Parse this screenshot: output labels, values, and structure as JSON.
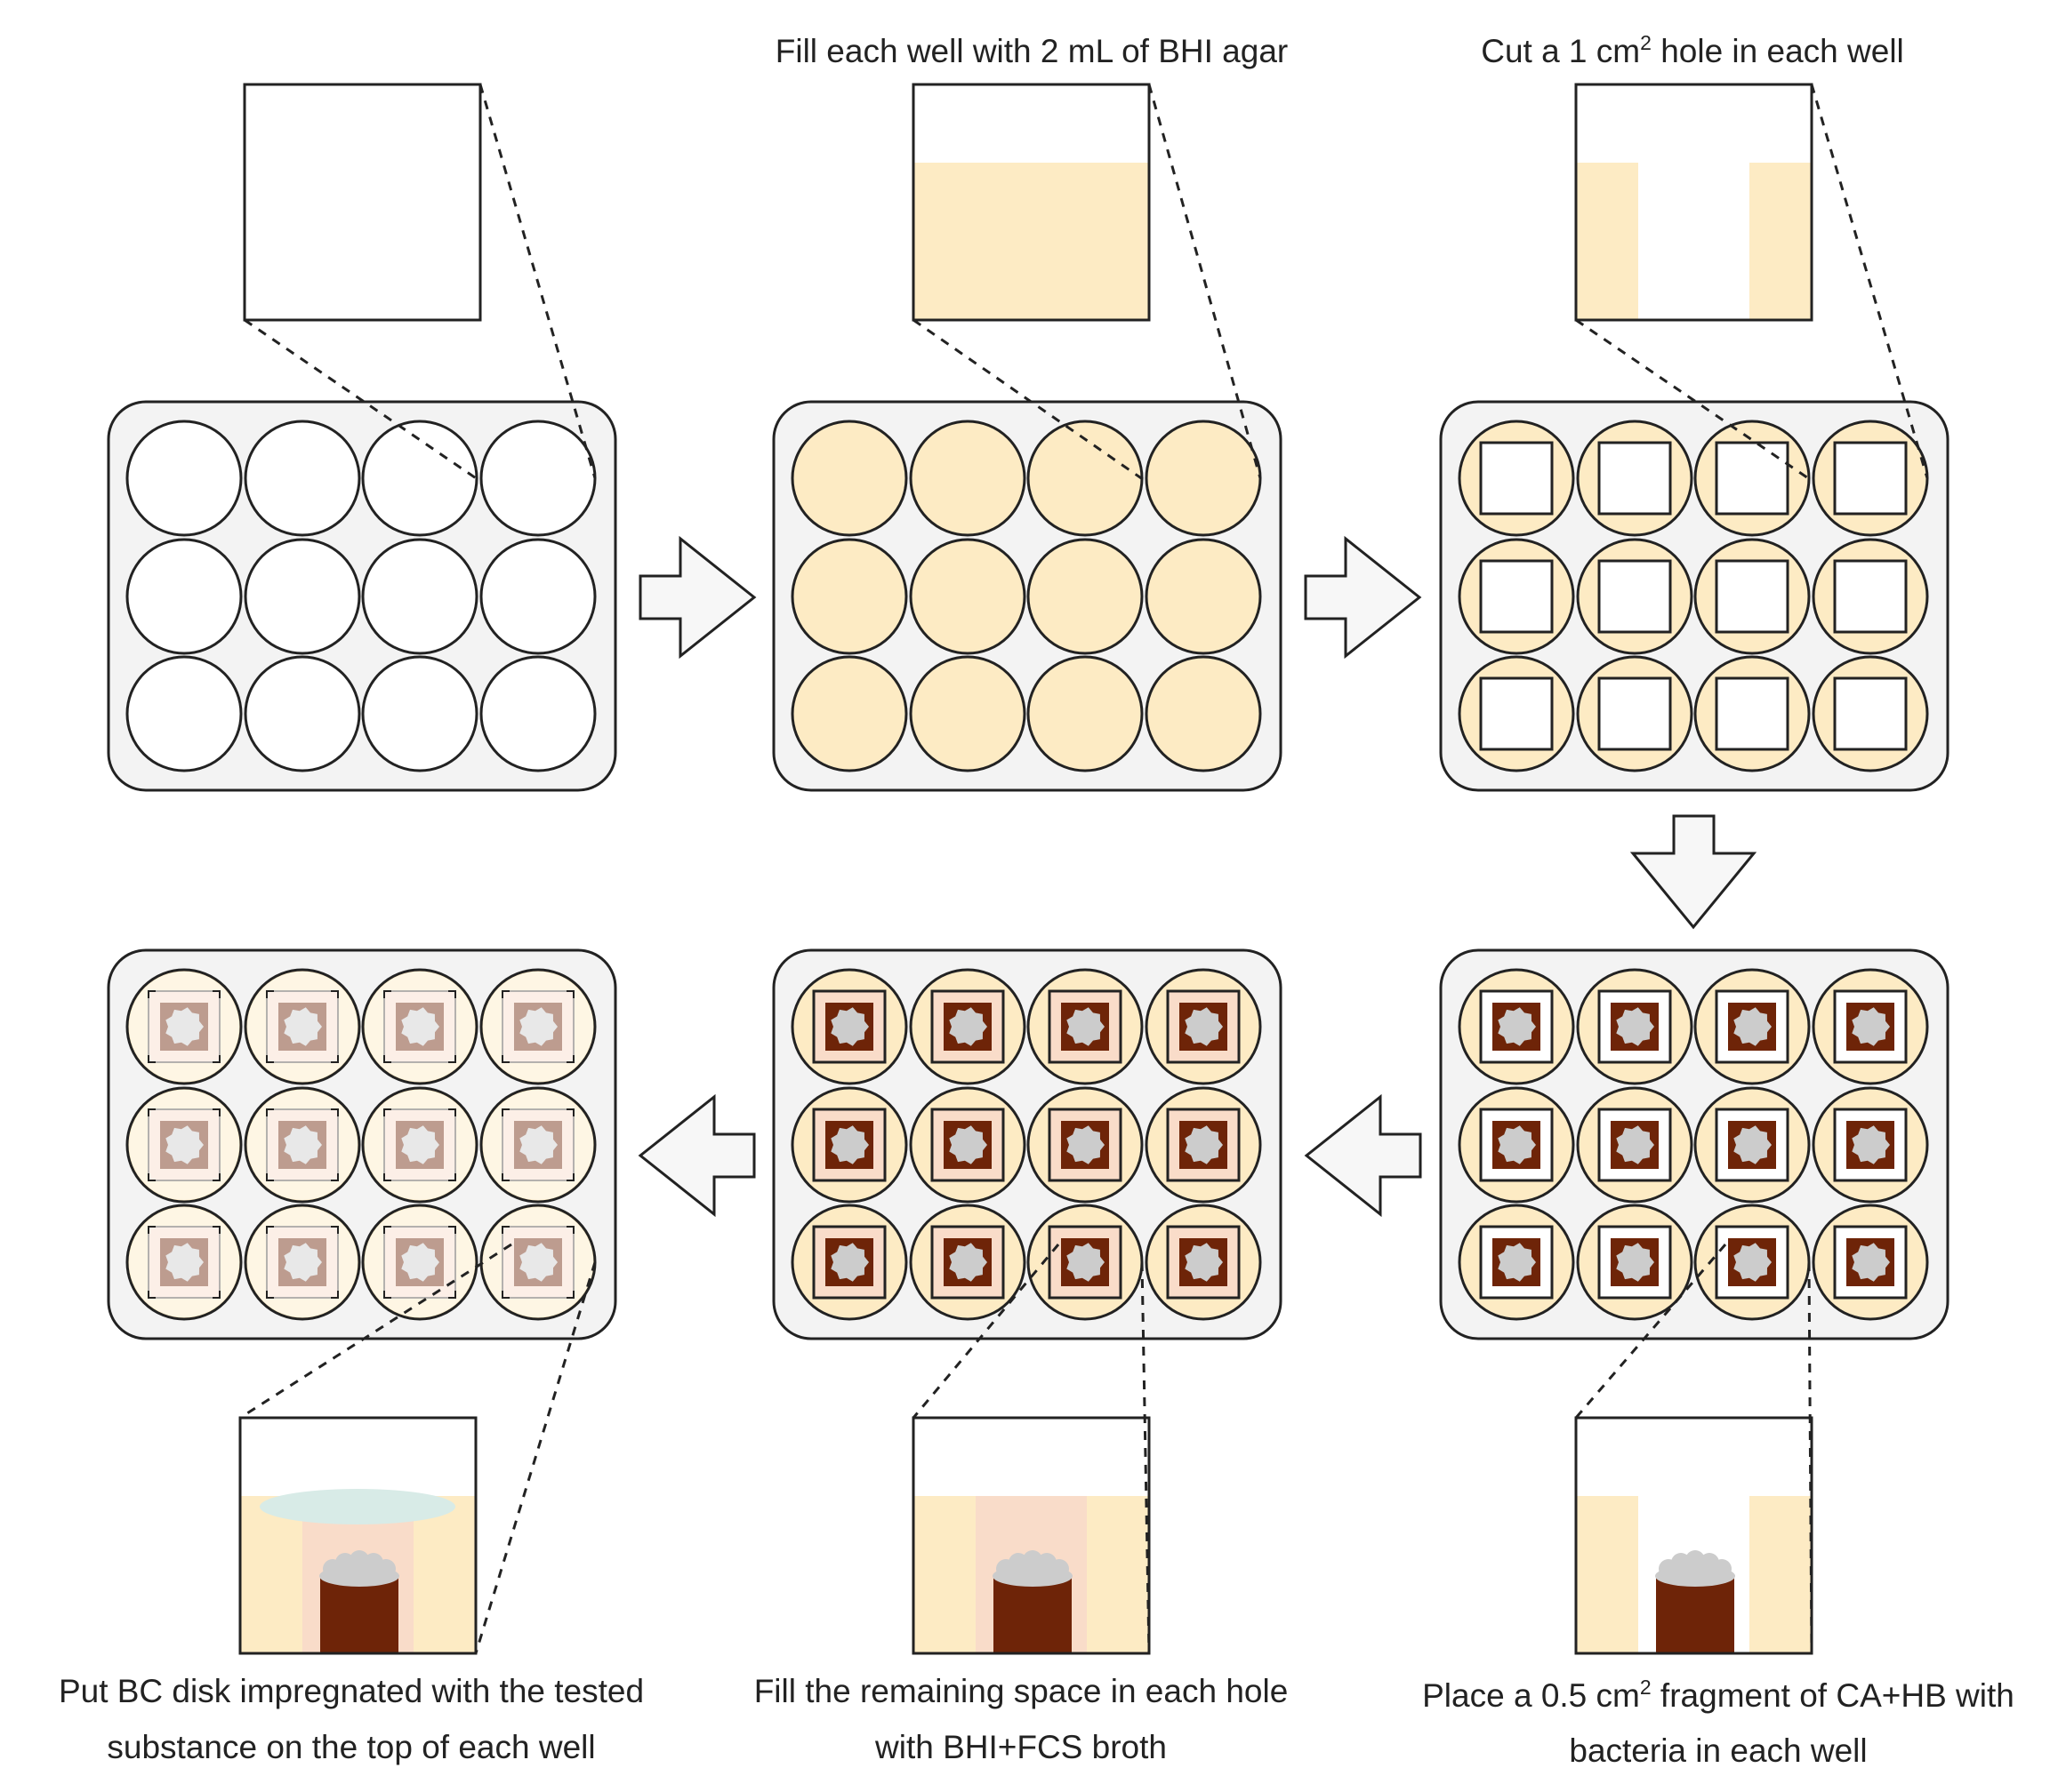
{
  "steps": {
    "fill": {
      "lines": [
        "Fill each well with 2 mL of BHI agar"
      ]
    },
    "cut": {
      "lines": [
        {
          "pre": "Cut a 1 cm",
          "sup": "2",
          "post": " hole in each well"
        }
      ]
    },
    "place": {
      "lines": [
        {
          "pre": "Place a 0.5 cm",
          "sup": "2",
          "post": " fragment of CA+HB with"
        },
        {
          "pre": "bacteria in each well",
          "sup": "",
          "post": ""
        }
      ]
    },
    "broth": {
      "lines": [
        "Fill the remaining space in each hole",
        "with BHI+FCS broth"
      ]
    },
    "disk": {
      "lines": [
        "Put BC disk impregnated with the tested",
        "substance on the top of each well"
      ]
    }
  },
  "colors": {
    "agar": "#fdebc4",
    "broth": "#f9dcc9",
    "fragment": "#6e2408",
    "bacteria": "#cccccc",
    "disk": "#d8ebe7",
    "plate_bg": "#f3f3f3",
    "outline": "#222222"
  }
}
